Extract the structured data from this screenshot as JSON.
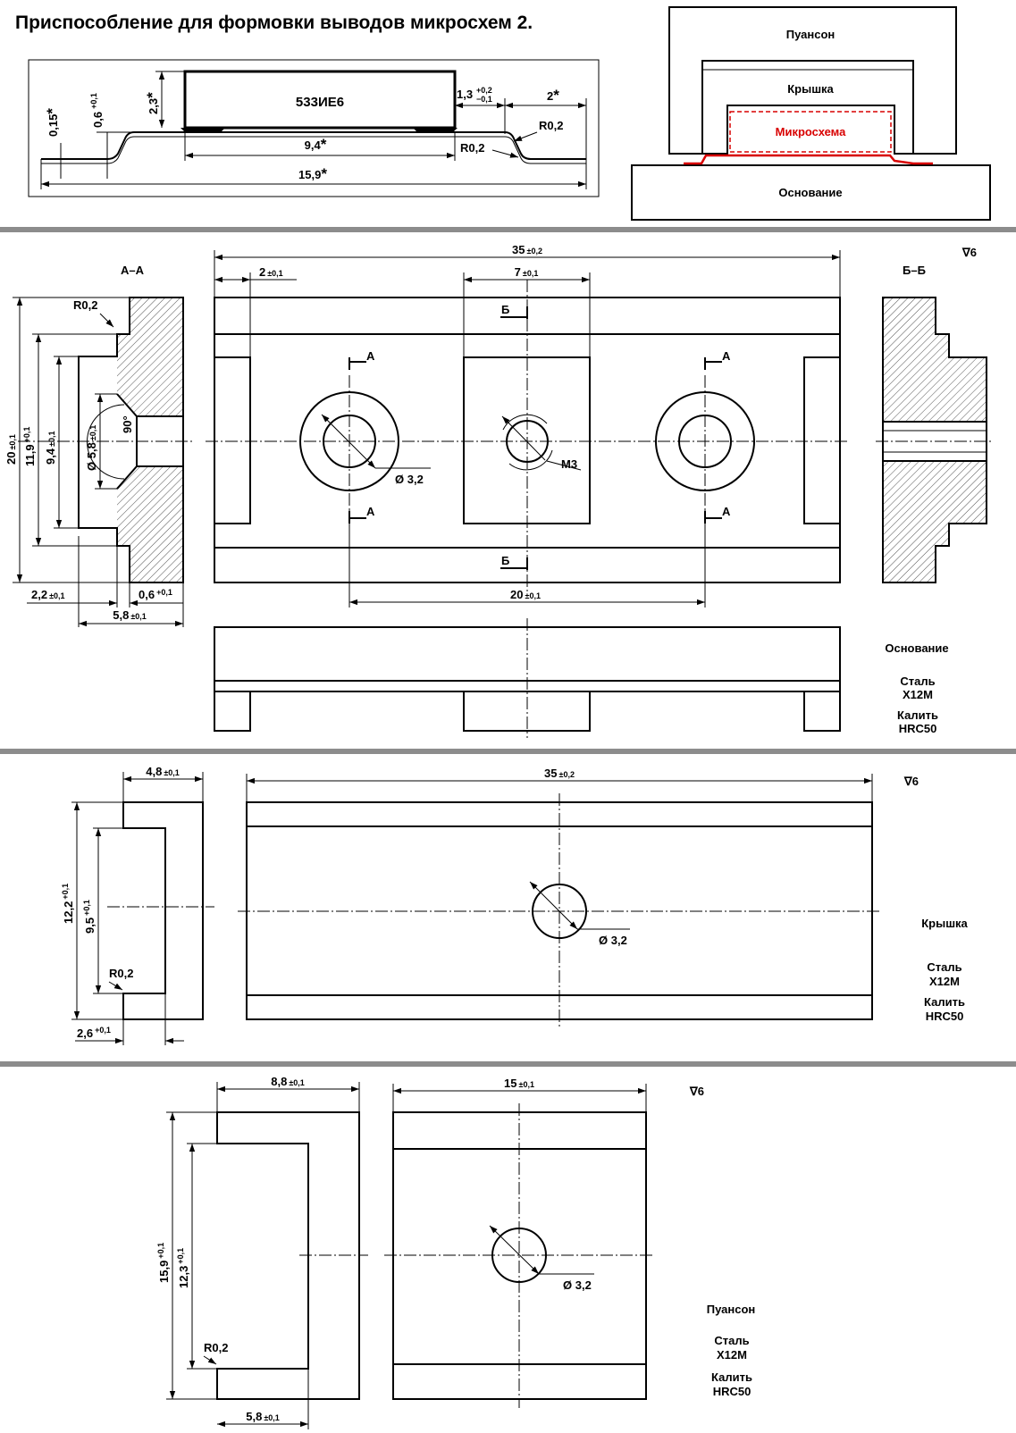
{
  "title": "Приспособление для формовки выводов микросхем 2.",
  "chip_profile": {
    "chip_label": "533ИЕ6",
    "dim_thickness": "0,15",
    "dim_lead_offset": "0,6",
    "dim_lead_offset_tol_upper": "+0,1",
    "dim_body_height": "2,3",
    "dim_pitch": "1,3",
    "dim_pitch_tol_upper": "+0,2",
    "dim_pitch_tol_lower": "−0,1",
    "dim_lead_end": "2",
    "radius_label": "R0,2",
    "dim_body_length": "9,4",
    "dim_total_length": "15,9",
    "star": "*"
  },
  "assembly": {
    "punch": "Пуансон",
    "cover": "Крышка",
    "chip": "Микросхема",
    "base": "Основание",
    "chip_color": "#d80000"
  },
  "base_part": {
    "section_aa": "А–А",
    "section_bb": "Б–Б",
    "roughness": "∇6",
    "dim_length": "35",
    "dim_length_tol": "±0,2",
    "dim_edge": "2",
    "dim_center_pad": "7",
    "tol_01": "±0,1",
    "marker_a": "А",
    "marker_b": "Б",
    "hole_label": "Ø 3,2",
    "thread_label": "М3",
    "dim_hole_spacing": "20",
    "radius_label": "R0,2",
    "dim_height": "20",
    "dim_slot": "11,9",
    "tol_plus01": "+0,1",
    "dim_recess": "9,4",
    "dim_csk": "Ø 5,8",
    "angle_label": "90°",
    "dim_wall": "2,2",
    "dim_lip": "0,6",
    "dim_width": "5,8",
    "name": "Основание",
    "material_1": "Сталь",
    "material_2": "Х12М",
    "hardening_1": "Калить",
    "hardening_2": "HRC50"
  },
  "cover_part": {
    "dim_width": "4,8",
    "dim_length": "35",
    "dim_length_tol": "±0,2",
    "roughness": "∇6",
    "dim_height": "12,2",
    "dim_slot": "9,5",
    "tol_plus01": "+0,1",
    "tol_01": "±0,1",
    "radius_label": "R0,2",
    "dim_lip": "2,6",
    "hole_label": "Ø 3,2",
    "name": "Крышка",
    "material_1": "Сталь",
    "material_2": "Х12М",
    "hardening_1": "Калить",
    "hardening_2": "HRC50"
  },
  "punch_part": {
    "dim_width": "8,8",
    "dim_length": "15",
    "tol_01": "±0,1",
    "tol_plus01": "+0,1",
    "roughness": "∇6",
    "dim_height": "15,9",
    "dim_slot": "12,3",
    "radius_label": "R0,2",
    "dim_lip": "5,8",
    "hole_label": "Ø 3,2",
    "name": "Пуансон",
    "material_1": "Сталь",
    "material_2": "Х12М",
    "hardening_1": "Калить",
    "hardening_2": "HRC50"
  }
}
